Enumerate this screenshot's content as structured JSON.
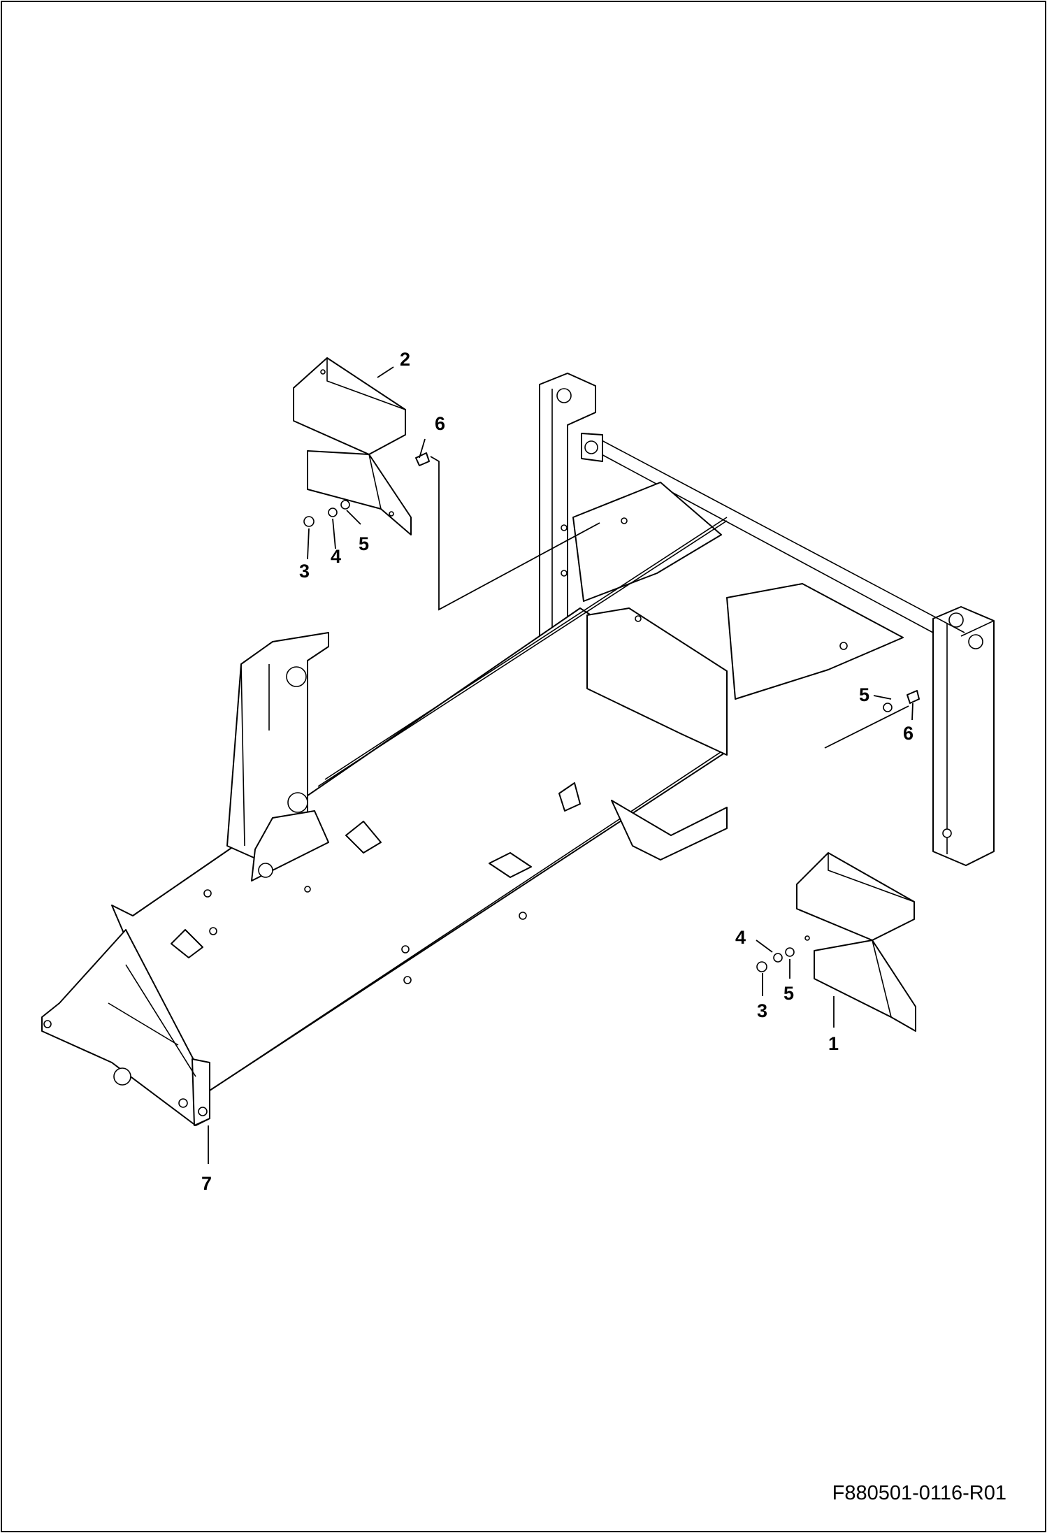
{
  "callouts": {
    "c1": "1",
    "c2": "2",
    "c3a": "3",
    "c3b": "3",
    "c4a": "4",
    "c4b": "4",
    "c5a": "5",
    "c5b": "5",
    "c5c": "5",
    "c6a": "6",
    "c6b": "6",
    "c7": "7"
  },
  "document_id": "F880501-0116-R01"
}
